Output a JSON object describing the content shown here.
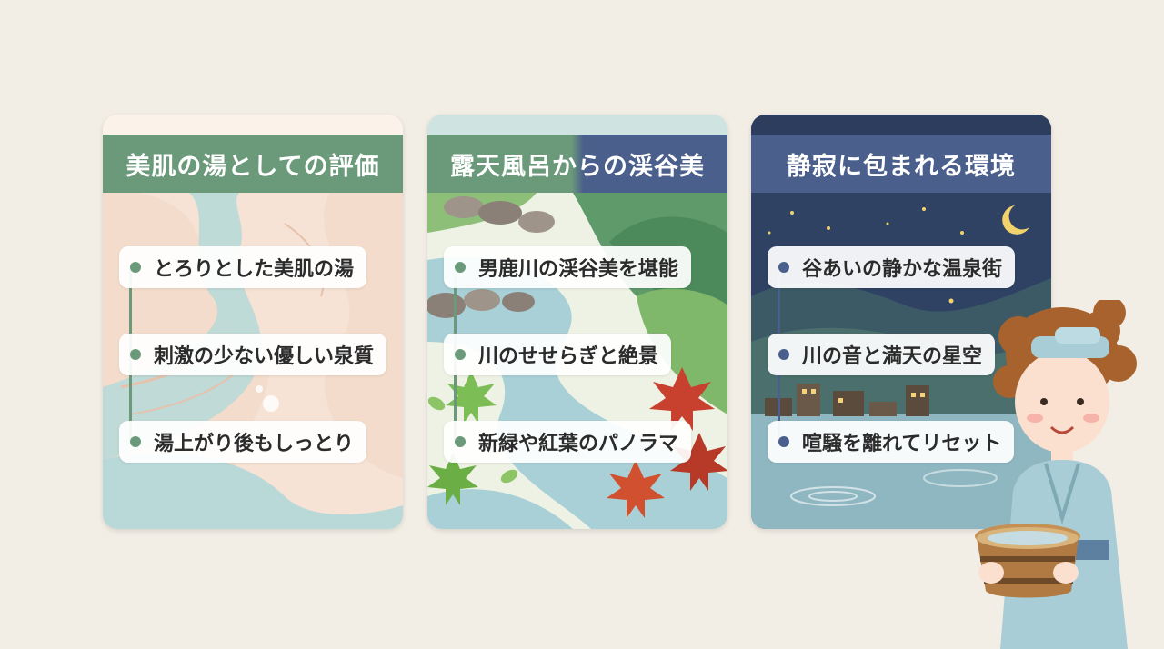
{
  "colors": {
    "background": "#f2eee6",
    "card1_header": "#6b9a7a",
    "card2_header": "#6b9a7a",
    "card3_header": "#4a5f8c",
    "card1_accent": "#6b9a7a",
    "card2_accent": "#6b9a7a",
    "card3_accent": "#4a5f8c"
  },
  "cards": [
    {
      "title": "美肌の湯としての評価",
      "items": [
        "とろりとした美肌の湯",
        "刺激の少ない優しい泉質",
        "湯上がり後もしっとり"
      ]
    },
    {
      "title": "露天風呂からの渓谷美",
      "items": [
        "男鹿川の渓谷美を堪能",
        "川のせせらぎと絶景",
        "新緑や紅葉のパノラマ"
      ]
    },
    {
      "title": "静寂に包まれる環境",
      "items": [
        "谷あいの静かな温泉街",
        "川の音と満天の星空",
        "喧騒を離れてリセット"
      ]
    }
  ],
  "icons": {
    "card1_illustration": "flowing-water-illustration",
    "card2_illustration": "mountain-river-autumn-illustration",
    "card3_illustration": "night-village-stars-illustration",
    "character": "woman-in-yukata-with-bucket-illustration"
  }
}
